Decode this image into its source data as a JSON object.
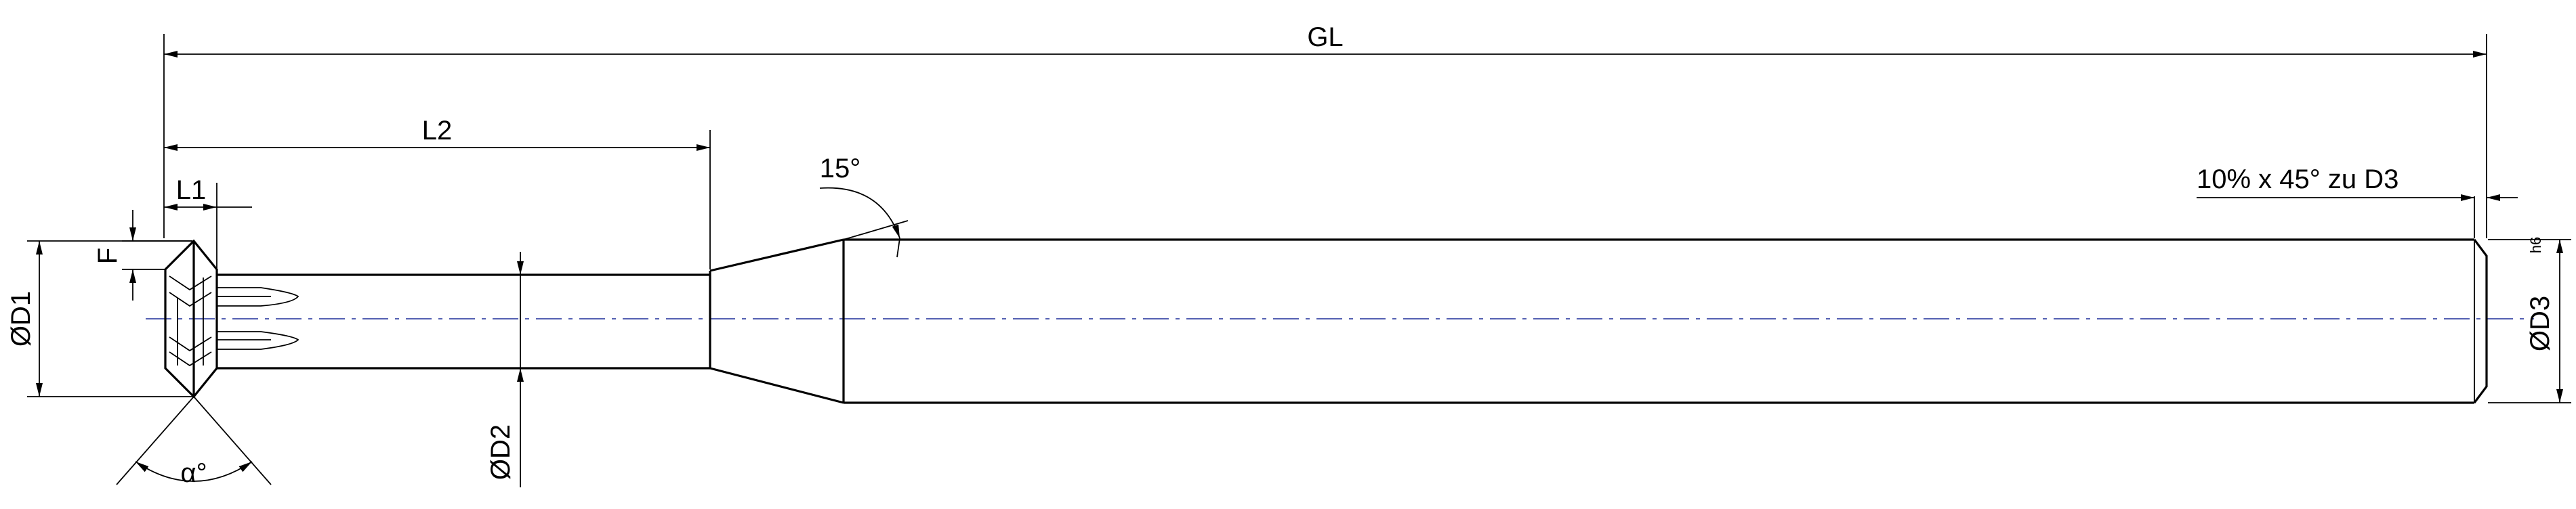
{
  "labels": {
    "gl": "GL",
    "l2": "L2",
    "l1": "L1",
    "f": "F",
    "d1": "ØD1",
    "d2": "ØD2",
    "d3": "ØD3",
    "d3_tolerance": "h6",
    "alpha": "α°",
    "angle_15": "15°",
    "chamfer_note": "10% x 45° zu D3"
  },
  "colors": {
    "outline": "#000000",
    "centerline": "#3d4aa8"
  }
}
